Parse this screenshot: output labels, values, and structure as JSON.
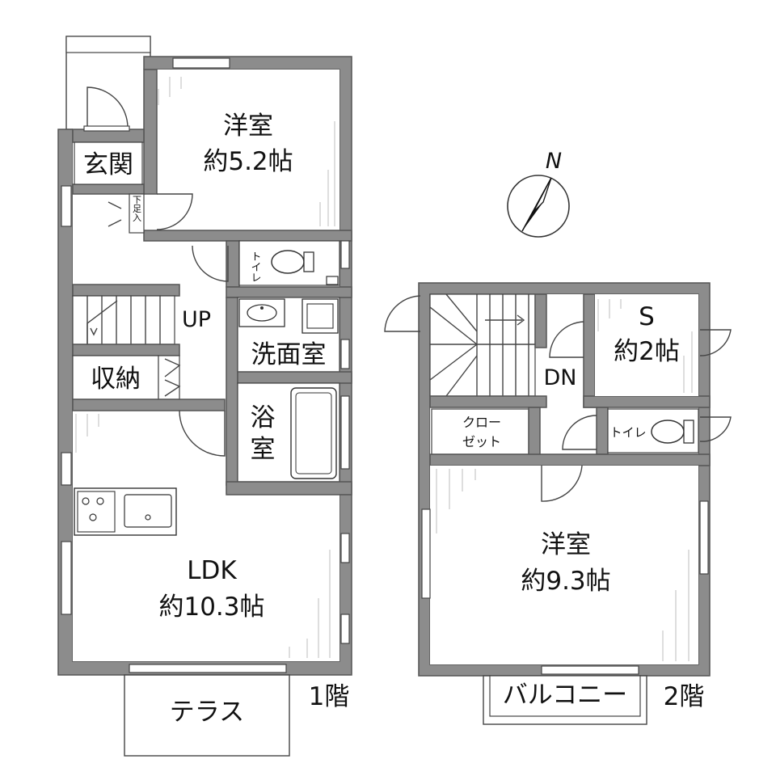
{
  "floor1": {
    "floor_label": "1階",
    "rooms": {
      "western_room": {
        "name": "洋室",
        "size": "約5.2帖"
      },
      "entrance": {
        "name": "玄関"
      },
      "shoe_box": {
        "name": "下足入"
      },
      "toilet": {
        "name": "トイレ"
      },
      "stairs": {
        "label": "UP"
      },
      "washroom": {
        "name": "洗面室"
      },
      "storage": {
        "name": "収納"
      },
      "bathroom": {
        "name_line1": "浴",
        "name_line2": "室"
      },
      "ldk": {
        "name": "LDK",
        "size": "約10.3帖"
      },
      "terrace": {
        "name": "テラス"
      }
    }
  },
  "floor2": {
    "floor_label": "2階",
    "rooms": {
      "stairs": {
        "label": "DN"
      },
      "service_room": {
        "name": "S",
        "size": "約2帖"
      },
      "closet": {
        "name_line1": "クロー",
        "name_line2": "ゼット"
      },
      "toilet": {
        "name": "トイレ"
      },
      "western_room": {
        "name": "洋室",
        "size": "約9.3帖"
      },
      "balcony": {
        "name": "バルコニー"
      }
    }
  },
  "compass": {
    "label": "N"
  }
}
